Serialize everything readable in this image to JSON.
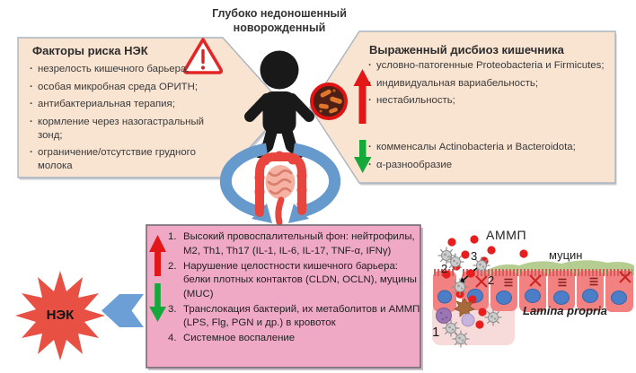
{
  "top_label": "Глубоко недоношенный\nноворожденный",
  "left_box": {
    "title": "Факторы риска НЭК",
    "warning_icon": "warning-triangle",
    "items": [
      "незрелость кишечного барьера;",
      "особая микробная среда ОРИТН;",
      "антибактериальная терапия;",
      "кормление через назогастральный зонд;",
      "ограничение/отсутствие грудного молока"
    ]
  },
  "right_box": {
    "title": "Выраженный дисбиоз кишечника",
    "increased": {
      "marker": "red-up-arrow",
      "items": [
        "условно-патогенные Proteobacteria и Firmicutes;",
        "индивидуальная вариабельность;",
        "нестабильность;"
      ]
    },
    "decreased": {
      "marker": "green-down-arrow",
      "items": [
        "комменсалы Actinobacteria и Bacteroidota;",
        "α-разнообразие"
      ]
    }
  },
  "pink_box": {
    "increased_marker": "red-up-arrow",
    "decreased_marker": "green-down-arrow",
    "items": [
      "Высокий провоспалительный фон: нейтрофилы, M2, Th1, Th17 (IL-1, IL-6, IL-17, TNF-α, IFNγ)",
      "Нарушение целостности кишечного барьера: белки плотных контактов (CLDN, OCLN), муцины (MUC)",
      "Транслокация бактерий, их метаболитов и АММП (LPS, Flg, PGN и др.) в кровоток",
      "Системное воспаление"
    ]
  },
  "nec": {
    "label": "НЭК"
  },
  "illustration": {
    "ammp_label": "АММП",
    "mucin_label": "муцин",
    "lamina_label": "Lamina propria",
    "markers": {
      "m1": "1",
      "m2": "2",
      "m3": "3",
      "m2b": "2"
    }
  },
  "icons": {
    "warning": "warning-triangle-icon",
    "baby": "baby-icon",
    "bacteria": "bacteria-circle-icon",
    "intestine": "intestine-icon",
    "cycle": "circulation-arrows-icon",
    "nec_burst": "starburst-icon",
    "to_nec": "chevron-left-arrow-icon"
  },
  "colors": {
    "peach_box_bg": "#f9e3d1",
    "box_border": "#a9b4c0",
    "pink_box_bg": "#efa9c5",
    "increase_arrow_red": "#e21717",
    "decrease_arrow_green": "#15a93c",
    "cycle_arrow_blue": "#6699cc",
    "nec_burst_red": "#e85043",
    "epithelium_pink": "#f28282",
    "nucleus_blue": "#4c7ec7",
    "mucin_green": "#b5cd90"
  }
}
